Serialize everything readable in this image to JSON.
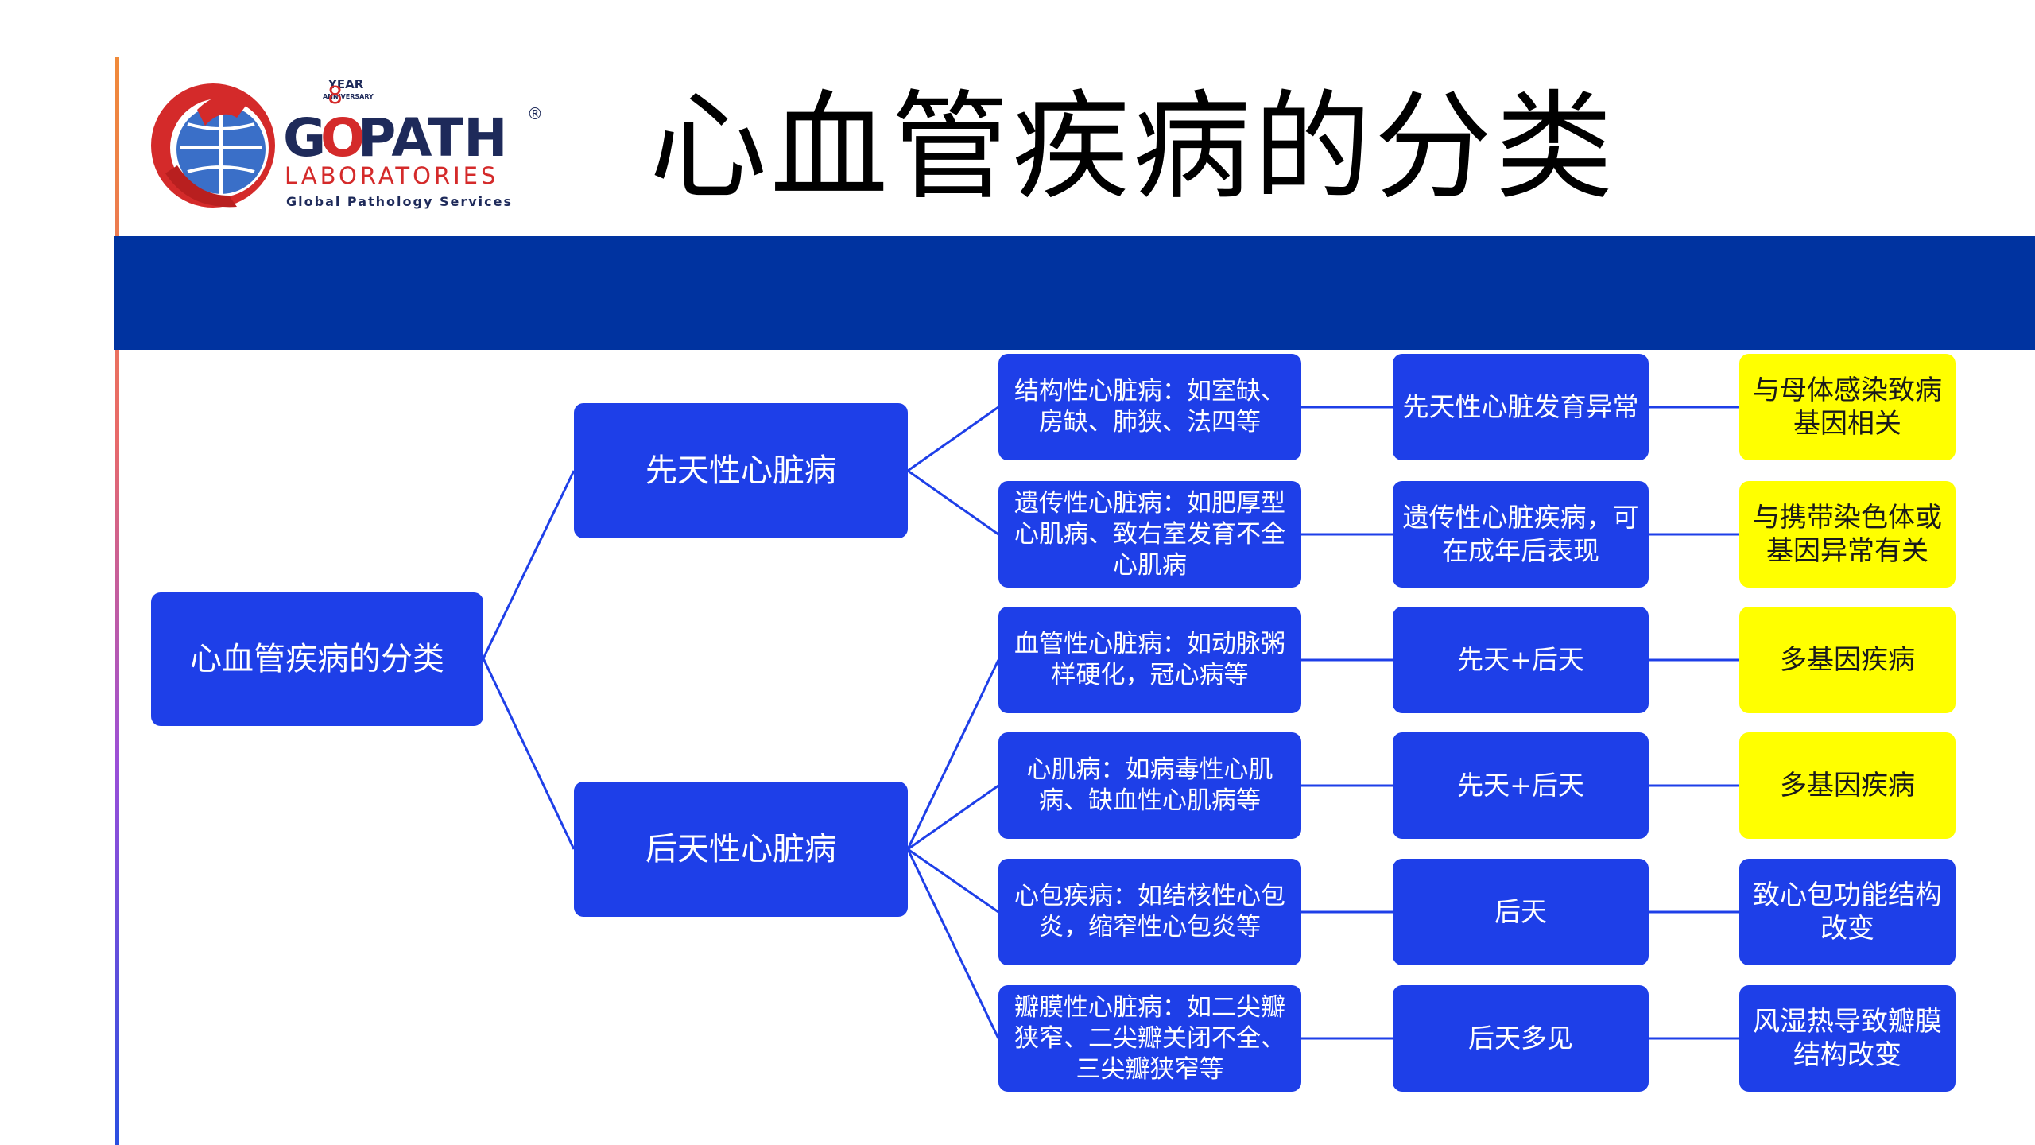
{
  "logo": {
    "brand_prefix": "G",
    "brand_o": "O",
    "brand_suffix": "PATH",
    "registered": "®",
    "year": "YEAR",
    "anniversary": "ANNIVERSARY",
    "anniversary_number": "8",
    "laboratories": "LABORATORIES",
    "tagline": "Global Pathology Services"
  },
  "page_title": "心血管疾病的分类",
  "colors": {
    "band": "#0033a0",
    "node_blue": "#1e3fe8",
    "node_yellow": "#ffff00",
    "connector": "#1e3fe8"
  },
  "diagram": {
    "root": "心血管疾病的分类",
    "branches": [
      {
        "label": "先天性心脏病",
        "children": [
          {
            "type": "结构性心脏病：如室缺、房缺、肺狭、法四等",
            "origin": "先天性心脏发育异常",
            "cause": "与母体感染致病基因相关",
            "cause_highlight": true
          },
          {
            "type": "遗传性心脏病：如肥厚型心肌病、致右室发育不全心肌病",
            "origin": "遗传性心脏疾病，可在成年后表现",
            "cause": "与携带染色体或基因异常有关",
            "cause_highlight": true
          }
        ]
      },
      {
        "label": "后天性心脏病",
        "children": [
          {
            "type": "血管性心脏病：如动脉粥样硬化，冠心病等",
            "origin": "先天+后天",
            "cause": "多基因疾病",
            "cause_highlight": true
          },
          {
            "type": "心肌病：如病毒性心肌病、缺血性心肌病等",
            "origin": "先天+后天",
            "cause": "多基因疾病",
            "cause_highlight": true
          },
          {
            "type": "心包疾病：如结核性心包炎，缩窄性心包炎等",
            "origin": "后天",
            "cause": "致心包功能结构改变",
            "cause_highlight": false
          },
          {
            "type": "瓣膜性心脏病：如二尖瓣狭窄、二尖瓣关闭不全、三尖瓣狭窄等",
            "origin": "后天多见",
            "cause": "风湿热导致瓣膜结构改变",
            "cause_highlight": false
          }
        ]
      }
    ]
  }
}
